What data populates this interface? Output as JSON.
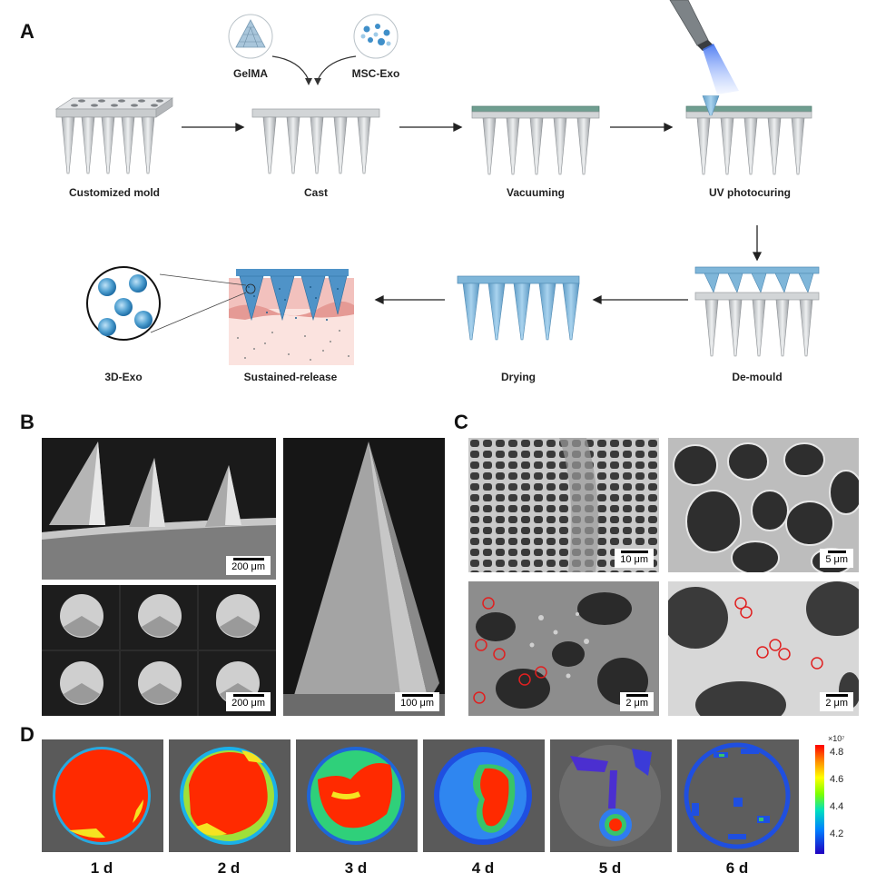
{
  "panels": {
    "a": "A",
    "b": "B",
    "c": "C",
    "d": "D"
  },
  "panel_a": {
    "materials": {
      "gelma": "GelMA",
      "exo": "MSC-Exo"
    },
    "steps": [
      "Customized mold",
      "Cast",
      "Vacuuming",
      "UV photocuring",
      "De-mould",
      "Drying",
      "Sustained-release",
      "3D-Exo"
    ]
  },
  "panel_b": {
    "scalebars": [
      "200 μm",
      "200 μm",
      "100 μm"
    ]
  },
  "panel_c": {
    "scalebars": [
      "10 μm",
      "5 μm",
      "2 μm",
      "2 μm"
    ]
  },
  "panel_d": {
    "days": [
      "1 d",
      "2 d",
      "3 d",
      "4 d",
      "5 d",
      "6 d"
    ],
    "colorbar": {
      "exponent": "×10⁷",
      "ticks": [
        "4.8",
        "4.6",
        "4.4",
        "4.2"
      ]
    }
  },
  "colors": {
    "mold_gray": "#c9ccce",
    "green_layer": "#6f9e90",
    "blue_gel": "#7fb6d9",
    "skin_pink": "#f2c1bd"
  }
}
